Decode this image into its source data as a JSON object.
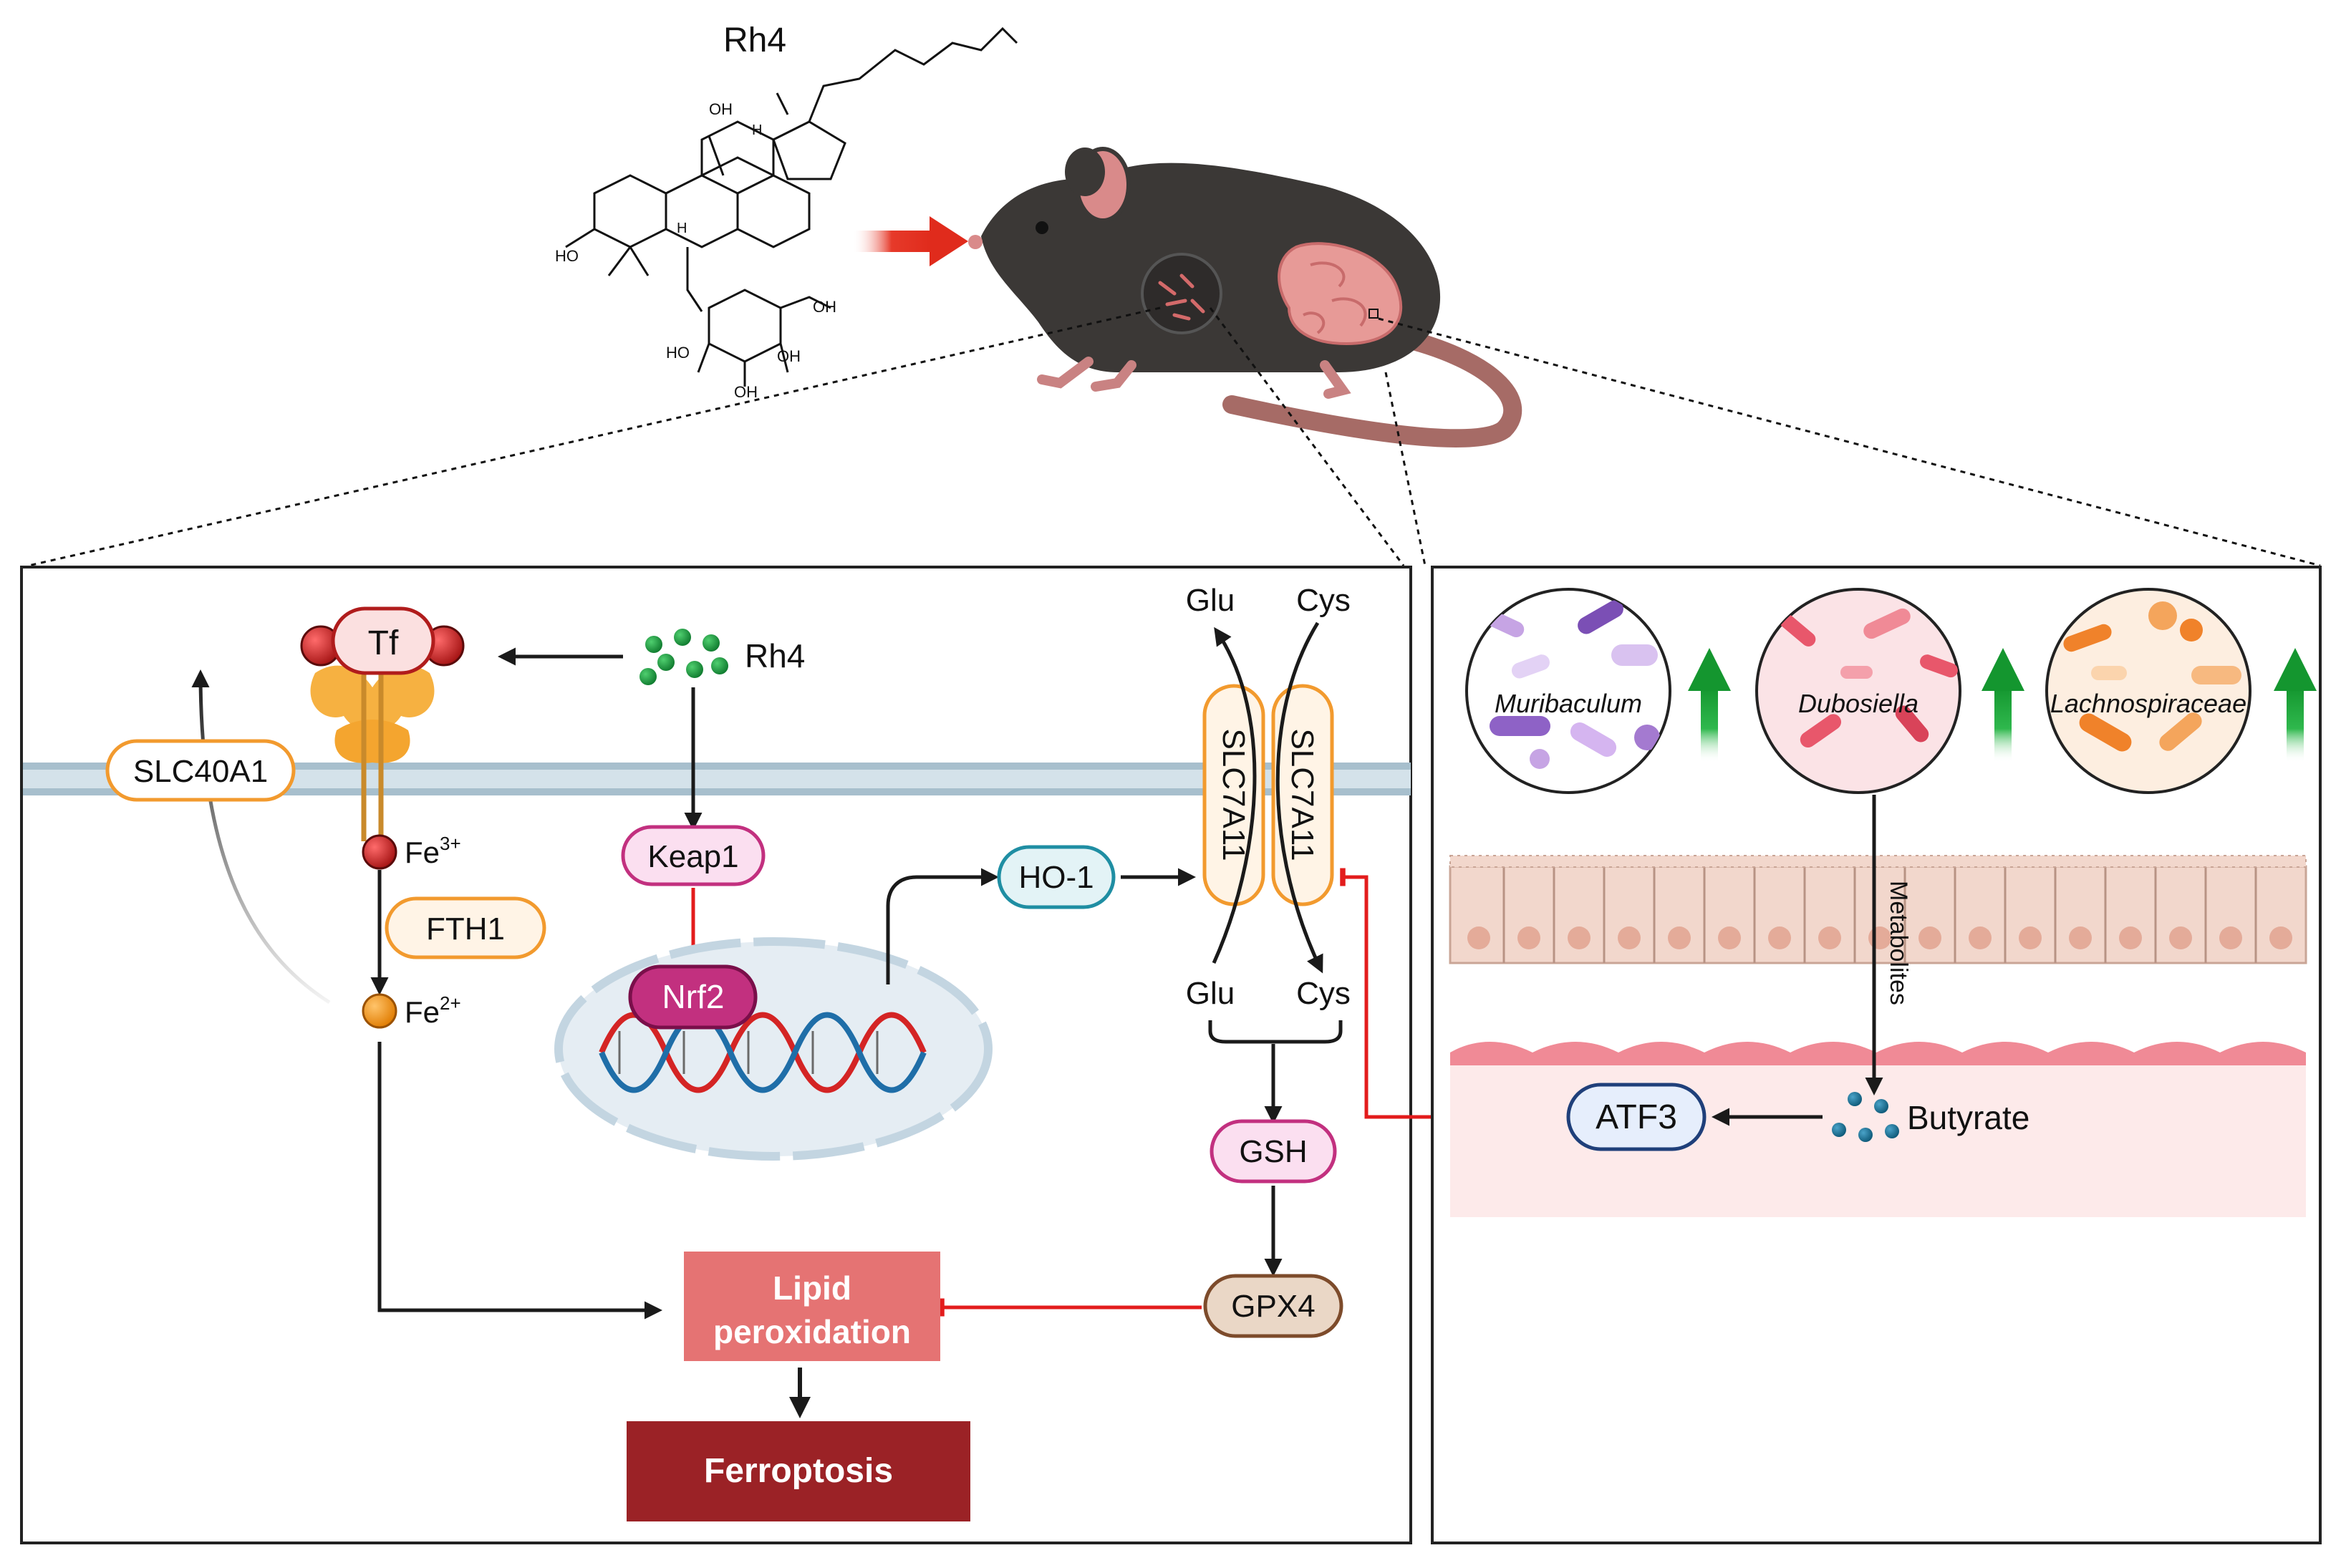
{
  "top": {
    "compound_label": "Rh4",
    "structure_labels": {
      "oh": "OH",
      "h": "H",
      "ho": "HO"
    }
  },
  "left_panel": {
    "tf": "Tf",
    "rh4": "Rh4",
    "slc40a1": "SLC40A1",
    "fe3": {
      "base": "Fe",
      "sup": "3+"
    },
    "fth1": "FTH1",
    "fe2": {
      "base": "Fe",
      "sup": "2+"
    },
    "keap1": "Keap1",
    "nrf2": "Nrf2",
    "ho1": "HO-1",
    "glu_top": "Glu",
    "cys_top": "Cys",
    "slc7a11_a": "SLC7A11",
    "slc7a11_b": "SLC7A11",
    "glu_bottom": "Glu",
    "cys_bottom": "Cys",
    "gsh": "GSH",
    "gpx4": "GPX4",
    "lipid_line1": "Lipid",
    "lipid_line2": "peroxidation",
    "ferroptosis": "Ferroptosis"
  },
  "right_panel": {
    "bacteria": [
      "Muribaculum",
      "Dubosiella",
      "Lachnospiraceae"
    ],
    "metabolites": "Metabolites",
    "atf3": "ATF3",
    "butyrate": "Butyrate"
  },
  "colors": {
    "black_arrow": "#1a1a1a",
    "inhibit_red": "#e31c1c",
    "lipid_box": "#e57373",
    "ferroptosis_box": "#9b2226",
    "up_arrow_green": "#1aa33a",
    "membrane": "#b9ccd8"
  }
}
